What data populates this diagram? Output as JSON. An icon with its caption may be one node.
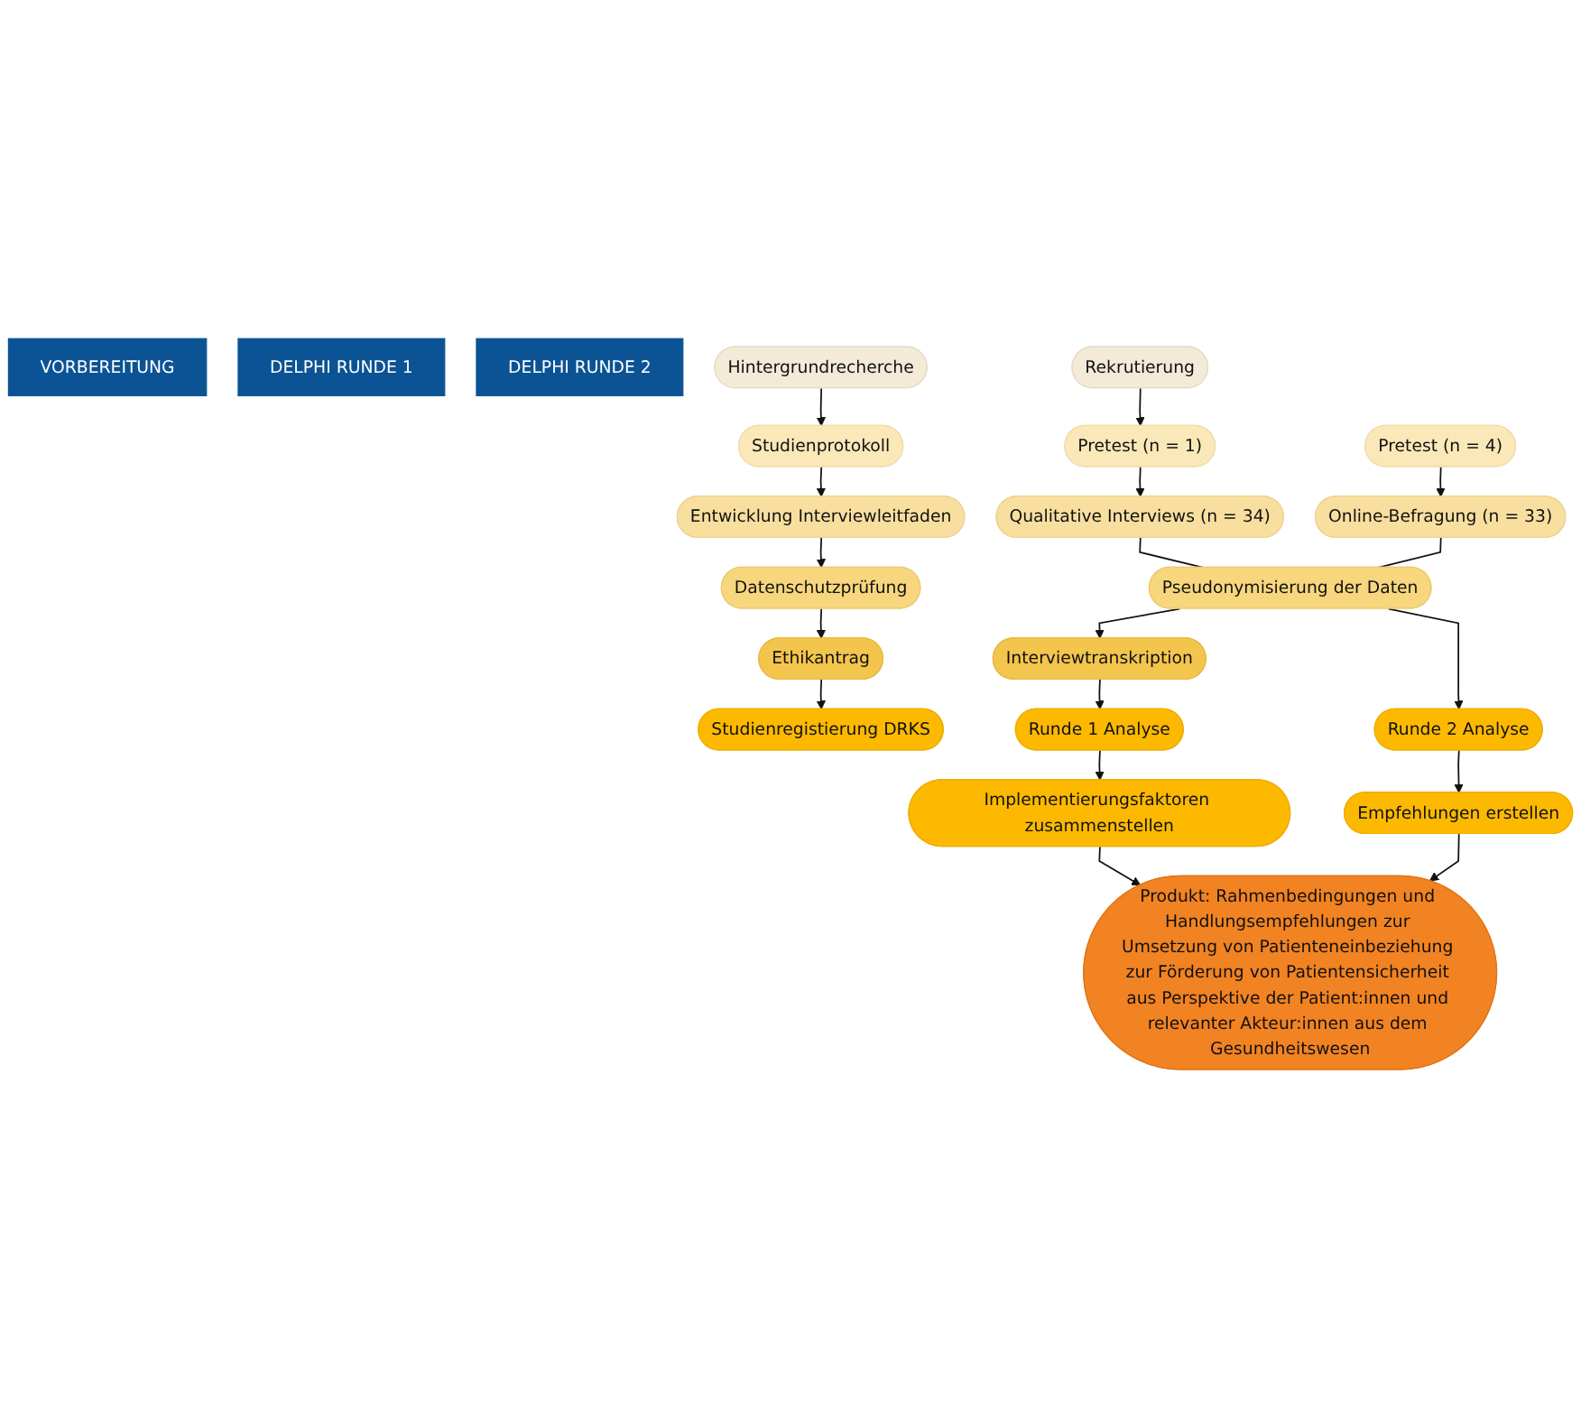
{
  "diagram": {
    "nodes": [
      {
        "text": [
          "VORBEREITUNG"
        ]
      },
      {
        "text": [
          "DELPHI RUNDE 1"
        ]
      },
      {
        "text": [
          "DELPHI RUNDE 2"
        ]
      },
      {
        "text": [
          "Hintergrundrecherche"
        ]
      },
      {
        "text": [
          "Studienprotokoll"
        ]
      },
      {
        "text": [
          "Entwicklung Interviewleitfaden"
        ]
      },
      {
        "text": [
          "Datenschutzprüfung"
        ]
      },
      {
        "text": [
          "Ethikantrag"
        ]
      },
      {
        "text": [
          "Studienregistierung DRKS"
        ]
      },
      {
        "text": [
          "Rekrutierung"
        ]
      },
      {
        "text": [
          "Pretest (n = 1)"
        ]
      },
      {
        "text": [
          "Qualitative Interviews (n = 34)"
        ]
      },
      {
        "text": [
          "Pretest (n = 4)"
        ]
      },
      {
        "text": [
          "Online-Befragung (n = 33)"
        ]
      },
      {
        "text": [
          "Pseudonymisierung der Daten"
        ]
      },
      {
        "text": [
          "Interviewtranskription"
        ]
      },
      {
        "text": [
          "Runde 1 Analyse"
        ]
      },
      {
        "text": [
          "Runde 2 Analyse"
        ]
      },
      {
        "text": [
          "Implementierungsfaktoren zusammenstellen"
        ]
      },
      {
        "text": [
          "Empfehlungen erstellen"
        ]
      },
      {
        "text": [
          "Produkt: Rahmenbedingungen und Handlungsempfehlungen zur Umsetzung von Patienteneinbeziehung zur Förderung von Patientensicherheit aus Perspektive der Patient:innen und relevanter Akteur:innen aus dem Gesundheitswesen"
        ]
      }
    ],
    "edges": [
      {
        "from": 3,
        "to": 4,
        "arrow": "to"
      },
      {
        "from": 4,
        "to": 5,
        "arrow": "to"
      },
      {
        "from": 5,
        "to": 6,
        "arrow": "to"
      },
      {
        "from": 6,
        "to": 7,
        "arrow": "to"
      },
      {
        "from": 7,
        "to": 8,
        "arrow": "to"
      },
      {
        "from": 9,
        "to": 10,
        "arrow": "to"
      },
      {
        "from": 10,
        "to": 11,
        "arrow": "to"
      },
      {
        "from": 12,
        "to": 13,
        "arrow": "to"
      },
      {
        "from": 11,
        "to": 14,
        "arrow": "none"
      },
      {
        "from": 13,
        "to": 14,
        "arrow": "none"
      },
      {
        "from": 14,
        "to": 15,
        "arrow": "to"
      },
      {
        "from": 14,
        "to": 17,
        "arrow": "to"
      },
      {
        "from": 15,
        "to": 16,
        "arrow": "to"
      },
      {
        "from": 16,
        "to": 18,
        "arrow": "to"
      },
      {
        "from": 17,
        "to": 19,
        "arrow": "to"
      },
      {
        "from": 18,
        "to": 20,
        "arrow": "to"
      },
      {
        "from": 19,
        "to": 20,
        "arrow": "to"
      }
    ]
  }
}
